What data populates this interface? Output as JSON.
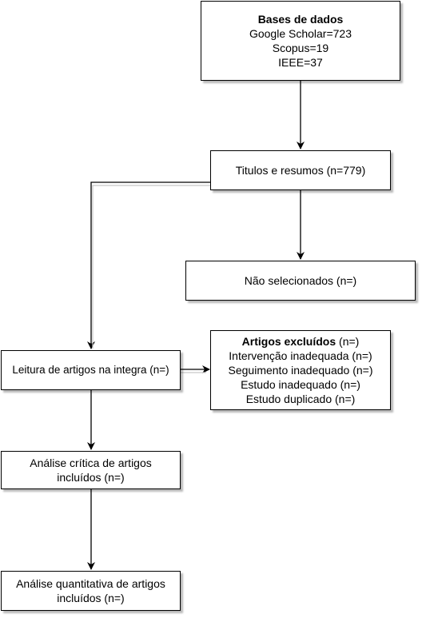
{
  "nodes": {
    "databases": {
      "title": "Bases de dados",
      "lines": [
        "Google Scholar=723",
        "Scopus=19",
        "IEEE=37"
      ]
    },
    "titles": {
      "label": "Titulos e resumos (n=779)"
    },
    "not_selected": {
      "label": "Não selecionados (n=)"
    },
    "full_reading": {
      "label": "Leitura de artigos na integra (n=)"
    },
    "excluded": {
      "title": "Artigos excluídos",
      "title_suffix": " (n=)",
      "lines": [
        "Intervenção inadequada (n=)",
        "Seguimento inadequado (n=)",
        "Estudo inadequado (n=)",
        "Estudo duplicado (n=)"
      ]
    },
    "critical": {
      "label": "Análise crítica de artigos incluídos (n=)"
    },
    "quantitative": {
      "label": "Análise quantitativa de artigos incluídos (n=)"
    }
  },
  "edges": [
    {
      "from": "databases",
      "to": "titles"
    },
    {
      "from": "titles",
      "to": "not_selected"
    },
    {
      "from": "titles",
      "to": "full_reading"
    },
    {
      "from": "full_reading",
      "to": "excluded"
    },
    {
      "from": "full_reading",
      "to": "critical"
    },
    {
      "from": "critical",
      "to": "quantitative"
    }
  ]
}
